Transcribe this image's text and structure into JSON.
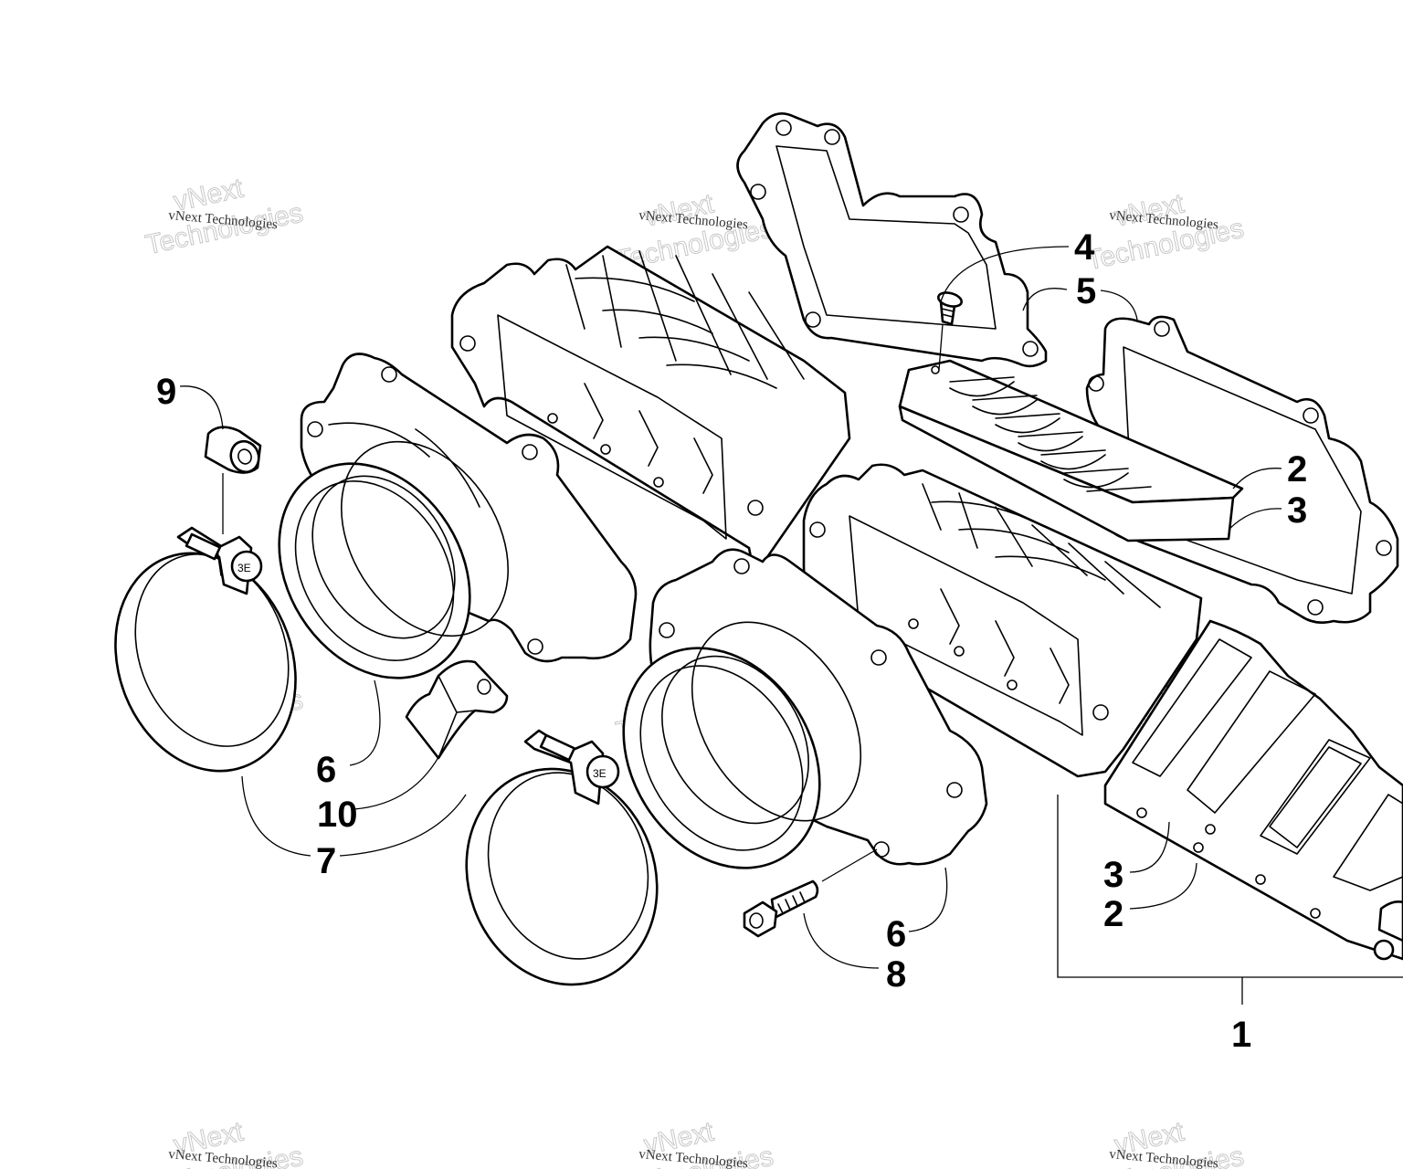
{
  "watermark": {
    "line1": "vNext Technologies",
    "line2": "vNext",
    "line3": "Technologies"
  },
  "callouts": {
    "c1": "1",
    "c2a": "2",
    "c2b": "2",
    "c3a": "3",
    "c3b": "3",
    "c4": "4",
    "c5": "5",
    "c6a": "6",
    "c6b": "6",
    "c7": "7",
    "c8": "8",
    "c9": "9",
    "c10": "10"
  },
  "bolt_head_text": "3E"
}
